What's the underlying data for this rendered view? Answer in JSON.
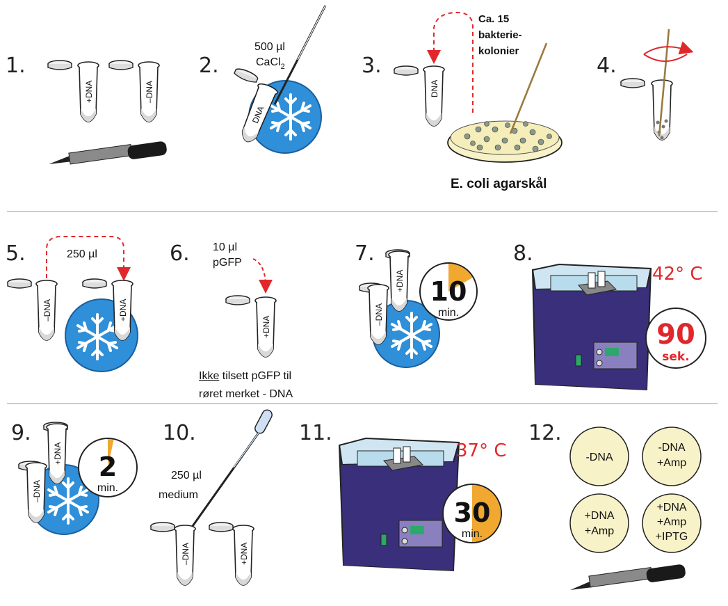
{
  "steps": [
    "1.",
    "2.",
    "3.",
    "4.",
    "5.",
    "6.",
    "7.",
    "8.",
    "9.",
    "10.",
    "11.",
    "12."
  ],
  "tube_labels": {
    "plus_dna": "+DNA",
    "minus_dna": "–DNA",
    "dna": "DNA"
  },
  "step2": {
    "volume": "500 µl",
    "reagent": "CaCl",
    "subscript": "2"
  },
  "step3": {
    "colonies_l1": "Ca. 15",
    "colonies_l2": "bakterie-",
    "colonies_l3": "kolonier",
    "plate_label": "E. coli agarskål"
  },
  "step5": {
    "volume": "250 µl"
  },
  "step6": {
    "volume": "10 µl",
    "plasmid": "pGFP",
    "note_emph": "Ikke",
    "note_rest": " tilsett pGFP til",
    "note_line2": "røret merket - DNA"
  },
  "step7": {
    "time": "10",
    "unit": "min."
  },
  "step8": {
    "temp": "42° C",
    "time": "90",
    "unit": "sek."
  },
  "step9": {
    "time": "2",
    "unit": "min."
  },
  "step10": {
    "volume": "250 µl",
    "medium": "medium"
  },
  "step11": {
    "temp": "37° C",
    "time": "30",
    "unit": "min."
  },
  "step12": {
    "plates": [
      [
        "-DNA"
      ],
      [
        "-DNA",
        "+Amp"
      ],
      [
        "+DNA",
        "+Amp"
      ],
      [
        "+DNA",
        "+Amp",
        "+IPTG"
      ]
    ]
  },
  "colors": {
    "ice": "#2f8fd8",
    "plate": "#f8f2c8",
    "waterbath": "#3a2f7a",
    "accent": "#e0282c",
    "timer": "#f0a830"
  }
}
